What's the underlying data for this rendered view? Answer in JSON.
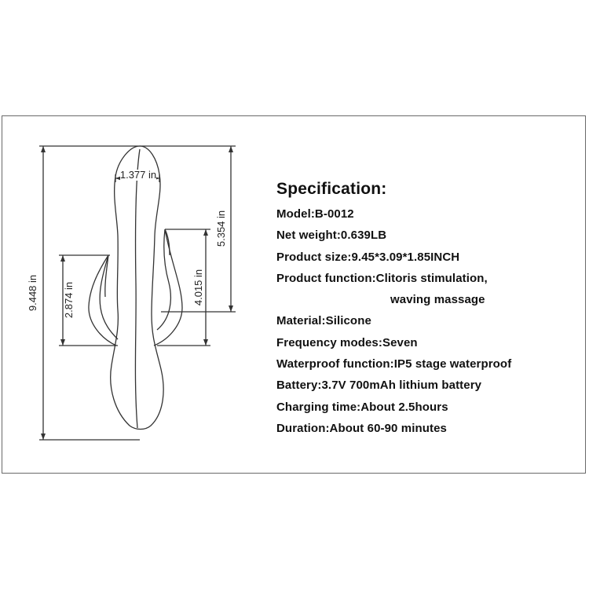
{
  "dimensions": {
    "width": "1.377 in",
    "upper_length": "5.354 in",
    "total_length": "9.448 in",
    "left_arm": "2.874 in",
    "right_arm": "4.015 in"
  },
  "specification": {
    "title": "Specification:",
    "lines": [
      "Model:B-0012",
      "Net weight:0.639LB",
      "Product size:9.45*3.09*1.85INCH",
      "Product function:Clitoris stimulation,",
      "waving massage",
      "Material:Silicone",
      "Frequency modes:Seven",
      "Waterproof function:IP5 stage waterproof",
      "Battery:3.7V 700mAh lithium battery",
      "Charging time:About 2.5hours",
      "Duration:About 60-90 minutes"
    ]
  }
}
